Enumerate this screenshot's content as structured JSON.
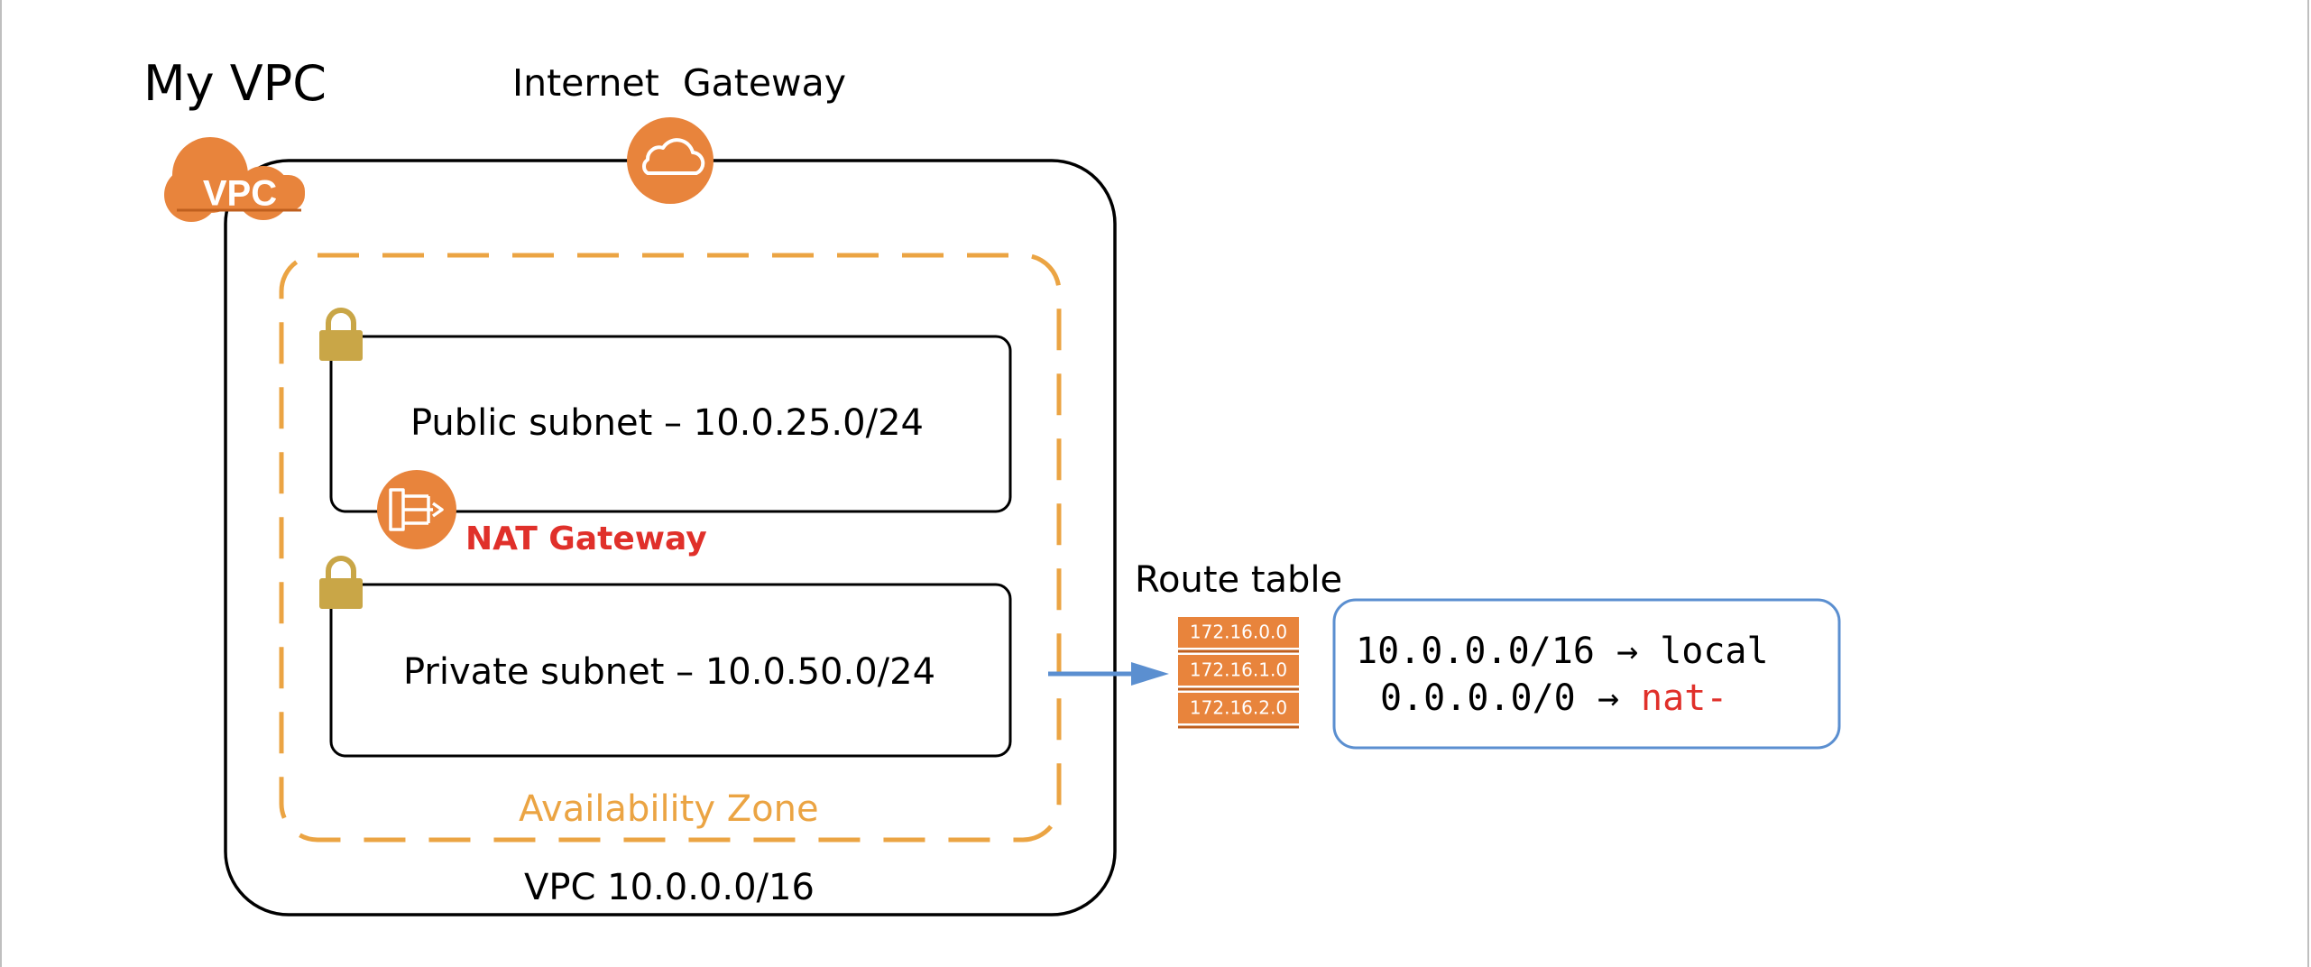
{
  "vpc_title": "My VPC",
  "vpc_badge": "VPC",
  "igw_label": "Internet  Gateway",
  "public_subnet": "Public subnet – 10.0.25.0/24",
  "nat_label": "NAT Gateway",
  "private_subnet": "Private subnet – 10.0.50.0/24",
  "az_label": "Availability Zone",
  "vpc_cidr": "VPC 10.0.0.0/16",
  "route_table_label": "Route table",
  "route_icon_rows": [
    "172.16.0.0",
    "172.16.1.0",
    "172.16.2.0"
  ],
  "routes": [
    {
      "dest": "10.0.0.0/16",
      "arrow": "→",
      "target": "local"
    },
    {
      "dest": "0.0.0.0/0",
      "arrow": "→",
      "target": "nat-"
    }
  ],
  "colors": {
    "aws_orange": "#E8843C",
    "az_dash": "#EBA443",
    "nat_red": "#E0302A",
    "lock_gold": "#C9A647",
    "arrow_blue": "#5B8FD0",
    "route_box_border": "#5B8FD0"
  }
}
